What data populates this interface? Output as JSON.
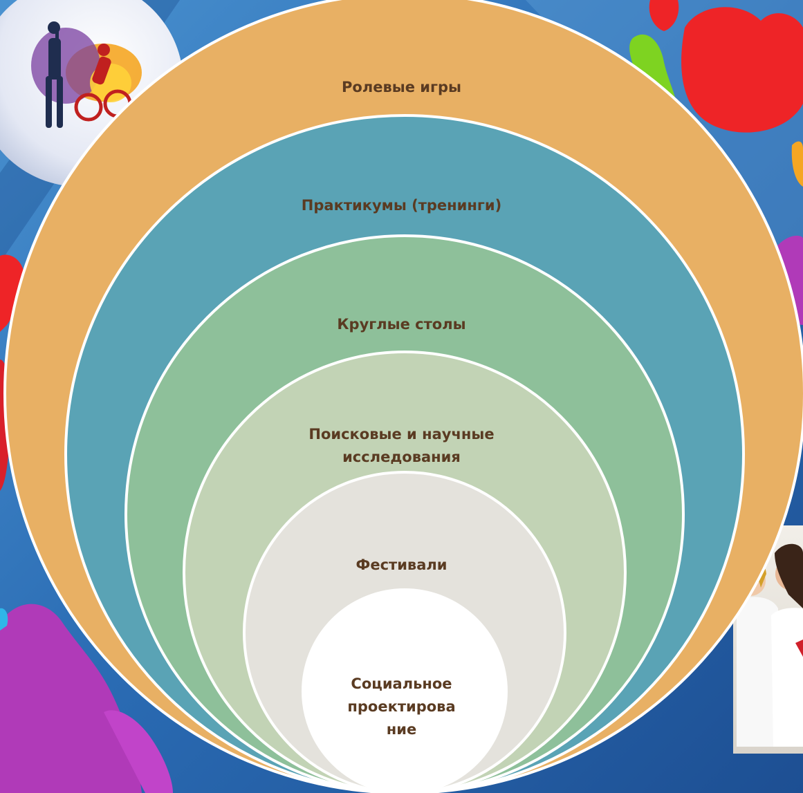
{
  "diagram": {
    "layers": [
      {
        "id": "layer-1",
        "label": "Ролевые игры",
        "color": "#e8b064"
      },
      {
        "id": "layer-2",
        "label": "Практикумы (тренинги)",
        "color": "#5aa3b5"
      },
      {
        "id": "layer-3",
        "label": "Круглые столы",
        "color": "#8ec09a"
      },
      {
        "id": "layer-4",
        "label": "Поисковые и научные\nисследования",
        "color": "#c2d3b5"
      },
      {
        "id": "layer-5",
        "label": "Фестивали",
        "color": "#e4e2dc"
      },
      {
        "id": "layer-6",
        "label": "Социальное\nпроектирова\nние",
        "color": "#ffffff"
      }
    ],
    "ring_border_color": "#ffffff"
  },
  "background": {
    "base_color": "#2563a8",
    "splash_colors": [
      "#ee2427",
      "#7ed321",
      "#b03ab8",
      "#f5a623"
    ]
  }
}
